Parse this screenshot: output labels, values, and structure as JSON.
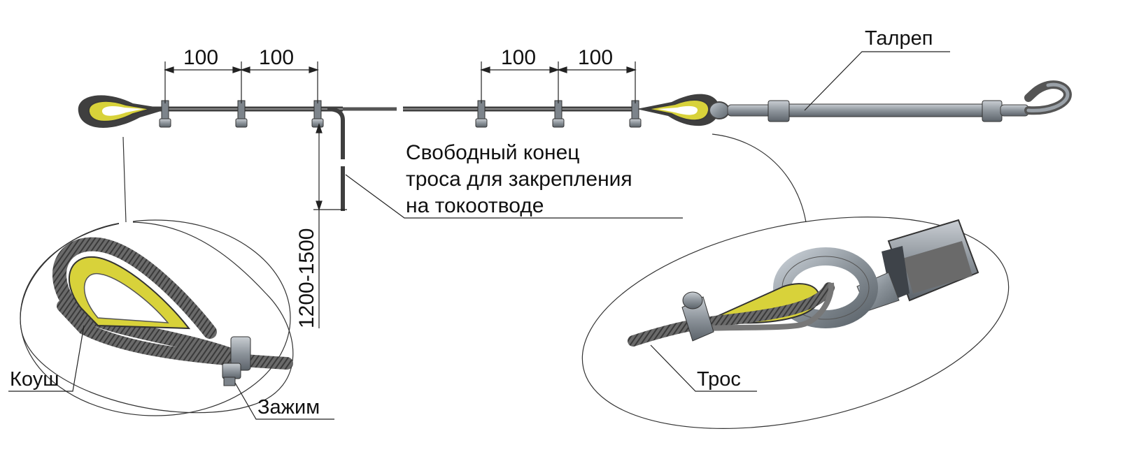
{
  "dimensions": {
    "spacing": [
      "100",
      "100",
      "100",
      "100"
    ],
    "drop_length": "1200-1500"
  },
  "labels": {
    "turnbuckle": "Талреп",
    "free_end": [
      "Свободный конец",
      "троса для закрепления",
      "на токоотводе"
    ],
    "thimble": "Коуш",
    "clamp": "Зажим",
    "cable": "Трос"
  },
  "colors": {
    "cable": "#5a5a5a",
    "thimble_yellow": "#d8d23a",
    "metal": "#9ea5ad",
    "metal_dark": "#4b5259",
    "line": "#222222"
  }
}
